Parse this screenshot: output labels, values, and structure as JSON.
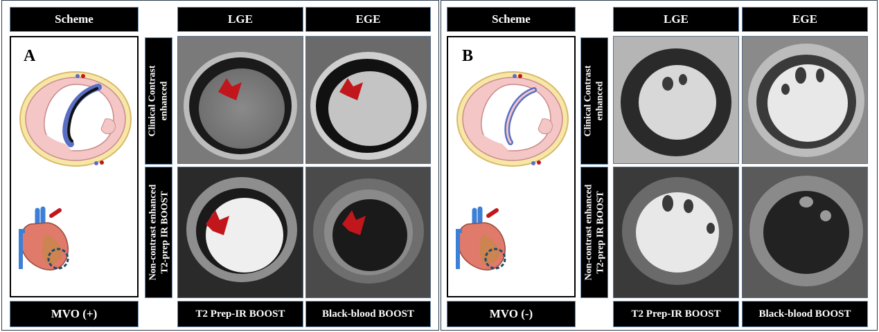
{
  "panels": [
    {
      "letter": "A",
      "scheme_header": "Scheme",
      "col1_header": "LGE",
      "col2_header": "EGE",
      "row1_label": "Clinical Contrast\nenhanced",
      "row2_label": "Non-contrast enhanced\nT2-prep IR BOOST",
      "bottom_label": "MVO (+)",
      "col1_footer": "T2 Prep-IR BOOST",
      "col2_footer": "Black-blood BOOST"
    },
    {
      "letter": "B",
      "scheme_header": "Scheme",
      "col1_header": "LGE",
      "col2_header": "EGE",
      "row1_label": "Clinical Contrast\nenhanced",
      "row2_label": "Non-contrast enhanced\nT2-prep IR BOOST",
      "bottom_label": "MVO (-)",
      "col1_footer": "T2 Prep-IR BOOST",
      "col2_footer": "Black-blood BOOST"
    }
  ],
  "colors": {
    "arrow": "#c0161c",
    "label_bg": "#000000",
    "label_border": "#6b8fb5",
    "myocardium": "#f4c6c6",
    "fat": "#f7e7a6",
    "edema": "#5a6fc4"
  },
  "icons": [
    "red-arrow-icon",
    "heart-icon",
    "short-axis-scheme-icon"
  ]
}
